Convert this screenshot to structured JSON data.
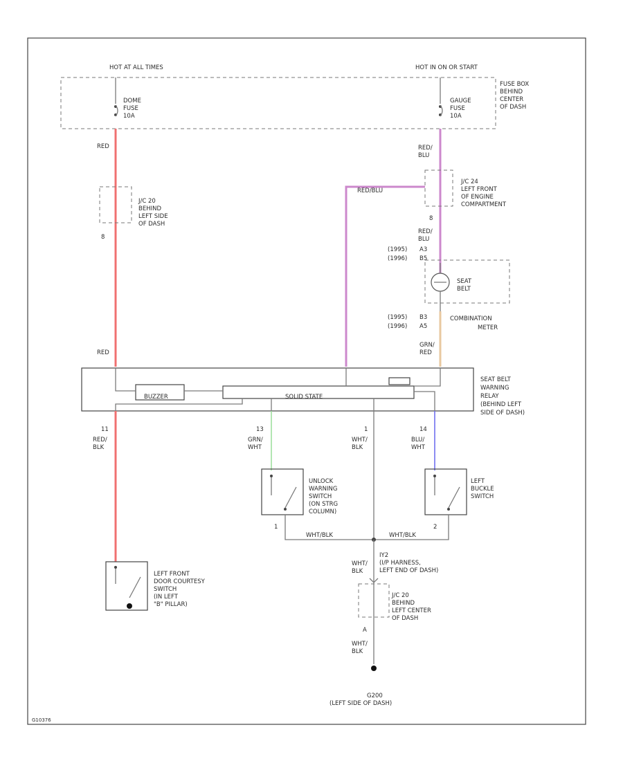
{
  "labels": {
    "hot_at_all_times": "HOT AT ALL TIMES",
    "hot_in_on_or_start": "HOT IN ON OR START",
    "dome_fuse": [
      "DOME",
      "FUSE",
      "10A"
    ],
    "gauge_fuse": [
      "GAUGE",
      "FUSE",
      "10A"
    ],
    "fuse_box": [
      "FUSE BOX",
      "BEHIND",
      "CENTER",
      "OF DASH"
    ],
    "red_top": "RED",
    "red_blu_top": [
      "RED/",
      "BLU"
    ],
    "jc_left": [
      "J/C 20",
      "BEHIND",
      "LEFT SIDE",
      "OF DASH"
    ],
    "jc_left_pin": "8",
    "jc_right": [
      "J/C 24",
      "LEFT FRONT",
      "OF ENGINE",
      "COMPARTMENT"
    ],
    "jc_right_pin": "8",
    "red_blu_branch": "RED/BLU",
    "red_blu_mid": [
      "RED/",
      "BLU"
    ],
    "meter_pin_a": [
      "(1995)",
      "A3"
    ],
    "meter_pin_b": [
      "(1996)",
      "B5"
    ],
    "seat_belt_lamp": [
      "SEAT",
      "BELT"
    ],
    "meter_pin_c": [
      "(1995)",
      "B3"
    ],
    "meter_pin_d": [
      "(1996)",
      "A5"
    ],
    "combination_meter": [
      "COMBINATION",
      "METER"
    ],
    "grn_red": [
      "GRN/",
      "RED"
    ],
    "red_relay": "RED",
    "relay_name": [
      "SEAT BELT",
      "WARNING",
      "RELAY",
      "(BEHIND LEFT",
      "SIDE OF DASH)"
    ],
    "buzzer": "BUZZER",
    "solid_state": "SOLID STATE",
    "pin_11": "11",
    "red_blk": [
      "RED/",
      "BLK"
    ],
    "pin_13": "13",
    "grn_wht": [
      "GRN/",
      "WHT"
    ],
    "pin_1": "1",
    "wht_blk_mid": [
      "WHT/",
      "BLK"
    ],
    "pin_14": "14",
    "blu_wht": [
      "BLU/",
      "WHT"
    ],
    "unlock_switch": [
      "UNLOCK",
      "WARNING",
      "SWITCH",
      "(ON STRG",
      "COLUMN)"
    ],
    "left_buckle_switch": [
      "LEFT",
      "BUCKLE",
      "SWITCH"
    ],
    "pin_1b": "1",
    "pin_2b": "2",
    "wht_blk_left": "WHT/BLK",
    "wht_blk_right": "WHT/BLK",
    "door_switch": [
      "LEFT FRONT",
      "DOOR COURTESY",
      "SWITCH",
      "(IN LEFT",
      "\"B\" PILLAR)"
    ],
    "wht_blk_low": [
      "WHT/",
      "BLK"
    ],
    "connector": [
      "IY2",
      "(I/P HARNESS,",
      "LEFT END OF DASH)"
    ],
    "jc_lower": [
      "J/C 20",
      "BEHIND",
      "LEFT CENTER",
      "OF DASH"
    ],
    "jc_lower_pin": "A",
    "wht_blk_bottom": [
      "WHT/",
      "BLK"
    ],
    "ground": [
      "G200",
      "(LEFT SIDE OF DASH)"
    ],
    "figure_id": "G10376"
  },
  "colors": {
    "red": "#f07070",
    "violet": "#cc88cc",
    "tan": "#e8c8a0",
    "green": "#99dd99",
    "blue": "#6666ee",
    "line": "#444444"
  }
}
